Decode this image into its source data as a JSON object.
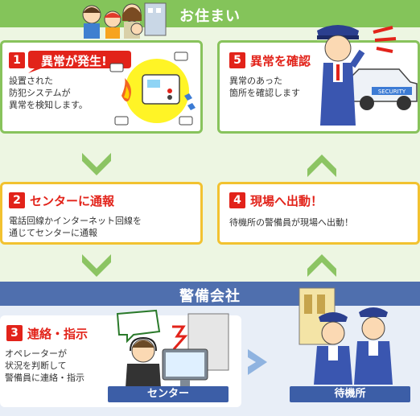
{
  "bands": {
    "top": "お住まい",
    "bottom": "警備会社"
  },
  "steps": [
    {
      "num": "1",
      "title": "異常が発生!",
      "desc": [
        "設置された",
        "防犯システムが",
        "異常を検知します。"
      ]
    },
    {
      "num": "2",
      "title": "センターに通報",
      "desc": [
        "電話回線かインターネット回線を",
        "通じてセンターに通報"
      ]
    },
    {
      "num": "3",
      "title": "連絡・指示",
      "desc": [
        "オペレーターが",
        "状況を判断して",
        "警備員に連絡・指示"
      ]
    },
    {
      "num": "4",
      "title": "現場へ出動！",
      "desc": [
        "待機所の警備員が現場へ出動！"
      ]
    },
    {
      "num": "5",
      "title": "異常を確認",
      "desc": [
        "異常のあった",
        "箇所を確認します"
      ]
    }
  ],
  "labels": {
    "center": "センター",
    "standby": "待機所",
    "car_text": "SECURITY"
  },
  "colors": {
    "green": "#84c45a",
    "blue": "#4f6fae",
    "red": "#e2231a",
    "yellow": "#f2c230"
  }
}
